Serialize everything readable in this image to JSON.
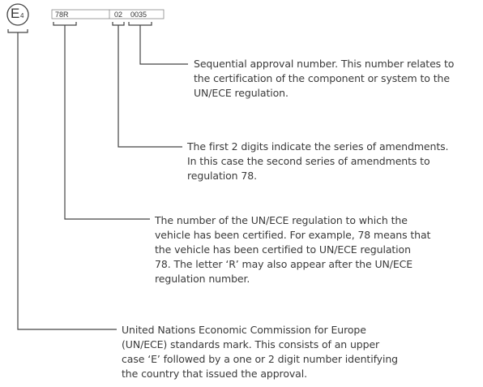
{
  "approval_mark": {
    "e_letter": "E",
    "country_digit": "4",
    "regulation_code": "78R",
    "amendment_series": "02",
    "sequential_number": "0035"
  },
  "descriptions": {
    "sequential": [
      "Sequential approval number. This number relates to",
      "the certification of the component or system to the",
      "UN/ECE regulation."
    ],
    "amendments": [
      "The first 2 digits indicate the series of amendments.",
      "In this case the second series of amendments to",
      "regulation 78."
    ],
    "regulation": [
      "The number of the UN/ECE regulation to which the",
      "vehicle has been certified. For example, 78 means that",
      "the vehicle has been certified to UN/ECE regulation",
      "78. The letter ‘R’ may also appear after the UN/ECE",
      "regulation number."
    ],
    "unece": [
      "United Nations Economic Commission for Europe",
      "(UN/ECE) standards mark. This consists of an upper",
      "case ‘E’ followed by a one or 2 digit number identifying",
      "the country that issued the approval."
    ]
  }
}
